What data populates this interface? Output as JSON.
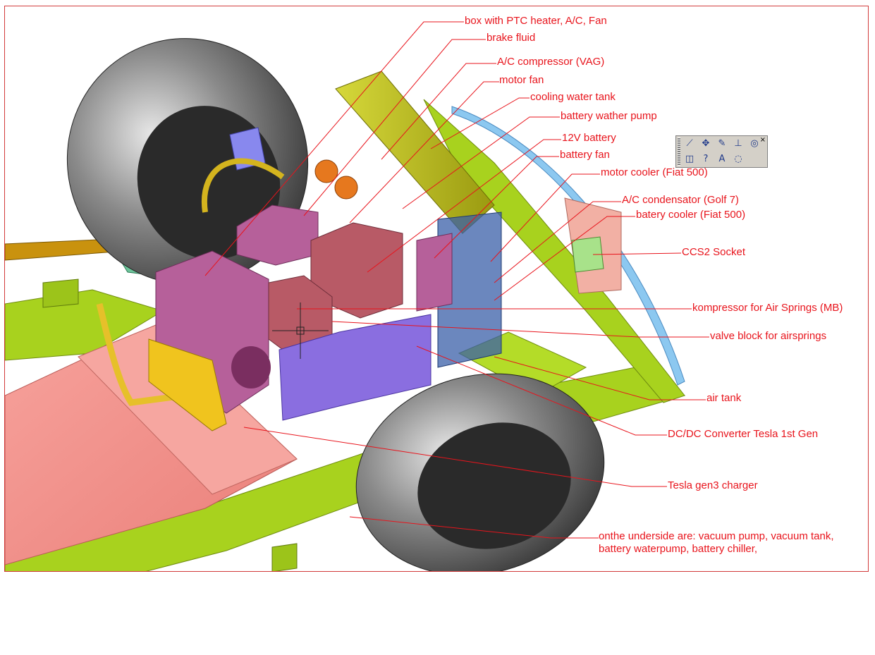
{
  "colors": {
    "callout_red": "#e8141c",
    "frame_green": "#a8d21e",
    "battery_pink": "#f28c86",
    "component_magenta": "#b6609a",
    "radiator_olive": "#b8b81e",
    "converter_purple": "#8a6ee0",
    "tire_gray": "#4a4a4a",
    "fender_blue": "#8cc8f0"
  },
  "callouts": [
    {
      "id": "box-ptc",
      "text": "box with PTC heater, A/C, Fan"
    },
    {
      "id": "brake-fluid",
      "text": "brake fluid"
    },
    {
      "id": "ac-compressor",
      "text": "A/C compressor (VAG)"
    },
    {
      "id": "motor-fan",
      "text": "motor fan"
    },
    {
      "id": "cooling-water-tank",
      "text": "cooling water tank"
    },
    {
      "id": "battery-water-pump",
      "text": "battery wather pump"
    },
    {
      "id": "battery-12v",
      "text": "12V battery"
    },
    {
      "id": "battery-fan",
      "text": "battery fan"
    },
    {
      "id": "motor-cooler",
      "text": "motor cooler (Fiat 500)"
    },
    {
      "id": "ac-condensator",
      "text": "A/C condensator (Golf 7)"
    },
    {
      "id": "battery-cooler",
      "text": "batery cooler (Fiat 500)"
    },
    {
      "id": "ccs2-socket",
      "text": "CCS2 Socket"
    },
    {
      "id": "air-spring-compressor",
      "text": "kompressor for Air Springs (MB)"
    },
    {
      "id": "valve-block",
      "text": "valve block for airsprings"
    },
    {
      "id": "air-tank",
      "text": "air tank"
    },
    {
      "id": "dcdc-converter",
      "text": "DC/DC Converter Tesla 1st Gen"
    },
    {
      "id": "tesla-charger",
      "text": "Tesla gen3 charger"
    },
    {
      "id": "underside",
      "text": "onthe underside are: vacuum pump, vacuum tank, battery waterpump, battery chiller,"
    }
  ],
  "toolbar": {
    "buttons": [
      {
        "icon": "dimension-icon"
      },
      {
        "icon": "move-icon"
      },
      {
        "icon": "edit-pencil-icon"
      },
      {
        "icon": "snap-icon"
      },
      {
        "icon": "intersect-icon"
      },
      {
        "icon": "view-cube-icon"
      },
      {
        "icon": "help-icon"
      },
      {
        "icon": "text-style-icon"
      },
      {
        "icon": "render-icon"
      }
    ],
    "close_symbol": "×"
  }
}
